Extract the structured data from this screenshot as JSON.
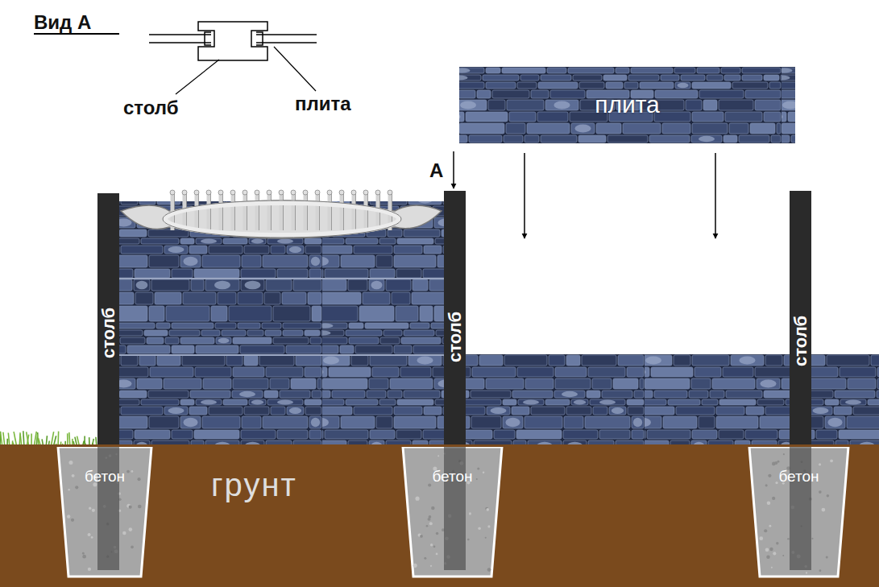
{
  "diagram": {
    "nodes": [
      {
        "text": [
          "плита"
        ]
      },
      {
        "text": [
          "столб"
        ]
      },
      {
        "text": [
          "столб"
        ]
      },
      {
        "text": [
          "столб"
        ]
      },
      {
        "text": [
          "грунт"
        ]
      },
      {
        "text": [
          "бетон"
        ],
        "in": 4
      },
      {
        "text": [
          "бетон"
        ],
        "in": 4
      },
      {
        "text": [
          "бетон"
        ],
        "in": 4
      }
    ],
    "labels": [
      "Вид А",
      "столб",
      "плита",
      "А"
    ]
  }
}
